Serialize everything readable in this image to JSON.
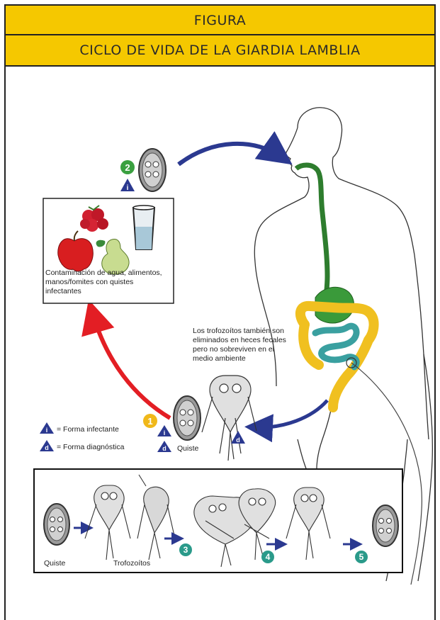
{
  "header": {
    "label": "FIGURA",
    "title": "CICLO DE VIDA DE LA GIARDIA LAMBLIA"
  },
  "contamination_box": {
    "line1": "Contaminación de agua, alimentos,",
    "line2": "manos/fomites con quistes",
    "line3": "infectantes"
  },
  "trofozoitos_note": {
    "line1": "Los trofozoítos también son",
    "line2": "eliminados en heces fecales",
    "line3": "pero no sobreviven en el",
    "line4": "medio ambiente"
  },
  "legend": {
    "infectante_symbol": "i",
    "infectante_label": "= Forma infectante",
    "diagnostica_symbol": "d",
    "diagnostica_label": "= Forma diagnóstica"
  },
  "stages": {
    "one": "1",
    "two": "2",
    "three": "3",
    "four": "4",
    "five": "5"
  },
  "labels": {
    "quiste_main": "Quiste",
    "quiste_inset": "Quiste",
    "trofozoitos_inset": "Trofozoítos"
  },
  "colors": {
    "band": "#f5c800",
    "arrow_blue": "#2b3990",
    "arrow_red": "#e31e24",
    "gut_green": "#3a9a3a",
    "colon_yellow": "#f0c020",
    "intestine_teal": "#3aa0a0",
    "badge_green": "#3aa040",
    "badge_yellow": "#f0b81a",
    "badge_teal": "#2a9a8a"
  }
}
